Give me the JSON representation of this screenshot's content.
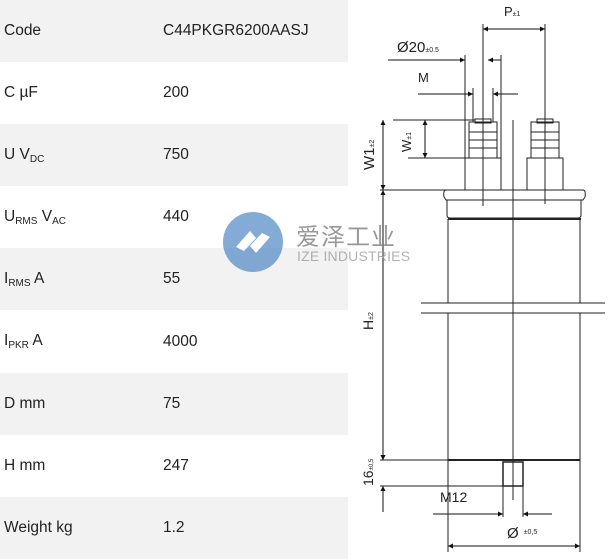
{
  "specs": {
    "rows": [
      {
        "label": "Code",
        "value": "C44PKGR6200AASJ",
        "shade": "grey"
      },
      {
        "label": "C µF",
        "value": "200",
        "shade": "white"
      },
      {
        "label_main": "U V",
        "label_sub": "DC",
        "value": "750",
        "shade": "grey"
      },
      {
        "label_main1": "U",
        "label_sub1": "RMS",
        "label_main2": " V",
        "label_sub2": "AC",
        "value": "440",
        "shade": "white"
      },
      {
        "label_main": "I",
        "label_sub": "RMS",
        "label_tail": " A",
        "value": "55",
        "shade": "grey"
      },
      {
        "label_main": "I",
        "label_sub": "PKR",
        "label_tail": " A",
        "value": "4000",
        "shade": "white"
      },
      {
        "label": "D  mm",
        "value": "75",
        "shade": "grey"
      },
      {
        "label": "H  mm",
        "value": "247",
        "shade": "white"
      },
      {
        "label": "Weight  kg",
        "value": "1.2",
        "shade": "grey"
      }
    ]
  },
  "drawing": {
    "dims": {
      "p": "P",
      "p_tol": "±1",
      "d20": "Ø20",
      "d20_tol": "±0.5",
      "m": "M",
      "w": "W",
      "w_tol": "±1",
      "w1": "W1",
      "w1_tol": "±2",
      "h": "H",
      "h_tol": "±2",
      "b16": "16",
      "b16_tol": "±0,5",
      "m12": "M12",
      "dia": "Ø",
      "dia_tol": "±0,5"
    }
  },
  "watermark": {
    "cn": "爱泽工业",
    "en": "IZE INDUSTRIES",
    "color": "#5b8fc7"
  }
}
